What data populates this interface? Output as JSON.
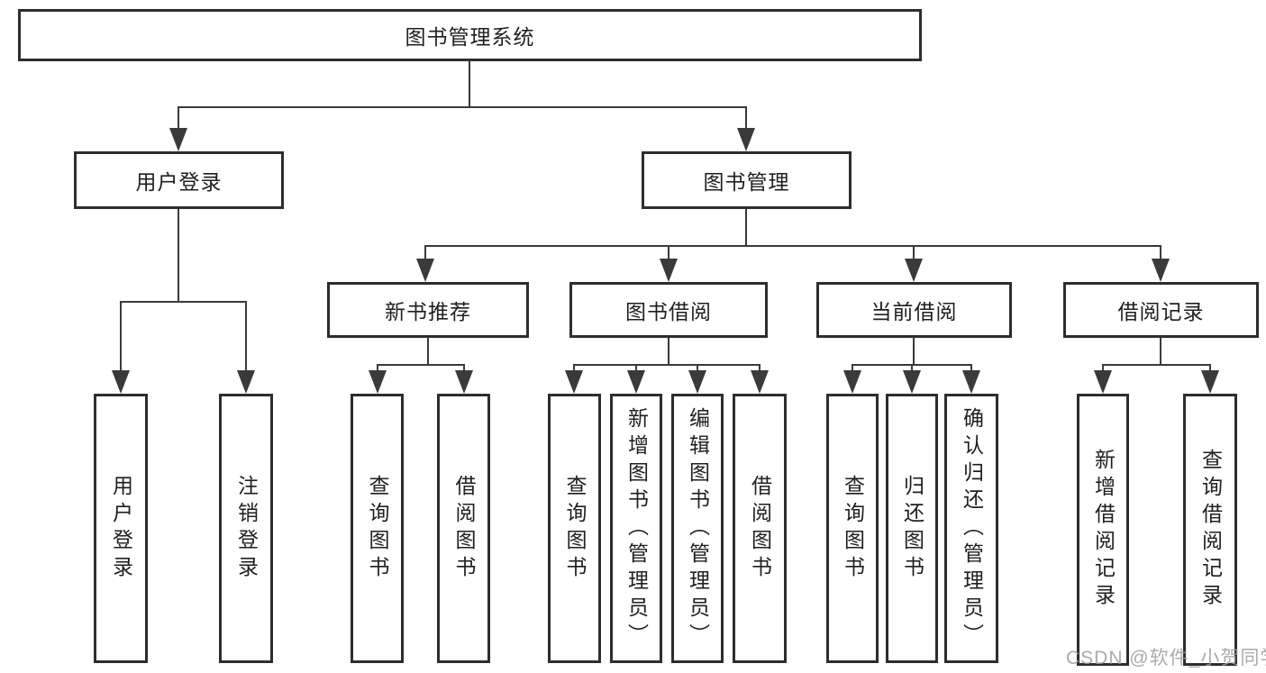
{
  "tree": {
    "label": "图书管理系统",
    "children": [
      {
        "label": "用户登录",
        "children": [
          {
            "label": "用户登录"
          },
          {
            "label": "注销登录"
          }
        ]
      },
      {
        "label": "图书管理",
        "children": [
          {
            "label": "新书推荐",
            "children": [
              {
                "label": "查询图书"
              },
              {
                "label": "借阅图书"
              }
            ]
          },
          {
            "label": "图书借阅",
            "children": [
              {
                "label": "查询图书"
              },
              {
                "label": "新增图书（管理员）"
              },
              {
                "label": "编辑图书（管理员）"
              },
              {
                "label": "借阅图书"
              }
            ]
          },
          {
            "label": "当前借阅",
            "children": [
              {
                "label": "查询图书"
              },
              {
                "label": "归还图书"
              },
              {
                "label": "确认归还（管理员）"
              }
            ]
          },
          {
            "label": "借阅记录",
            "children": [
              {
                "label": "新增借阅记录"
              },
              {
                "label": "查询借阅记录"
              }
            ]
          }
        ]
      }
    ]
  },
  "watermark": {
    "text": "CSDN @软件_小贺同学"
  },
  "colors": {
    "line": "#3a3a3a",
    "box_border": "#2d2d2d",
    "text": "#1f1f1f",
    "watermark": "#9c9c9c",
    "background": "#ffffff"
  }
}
